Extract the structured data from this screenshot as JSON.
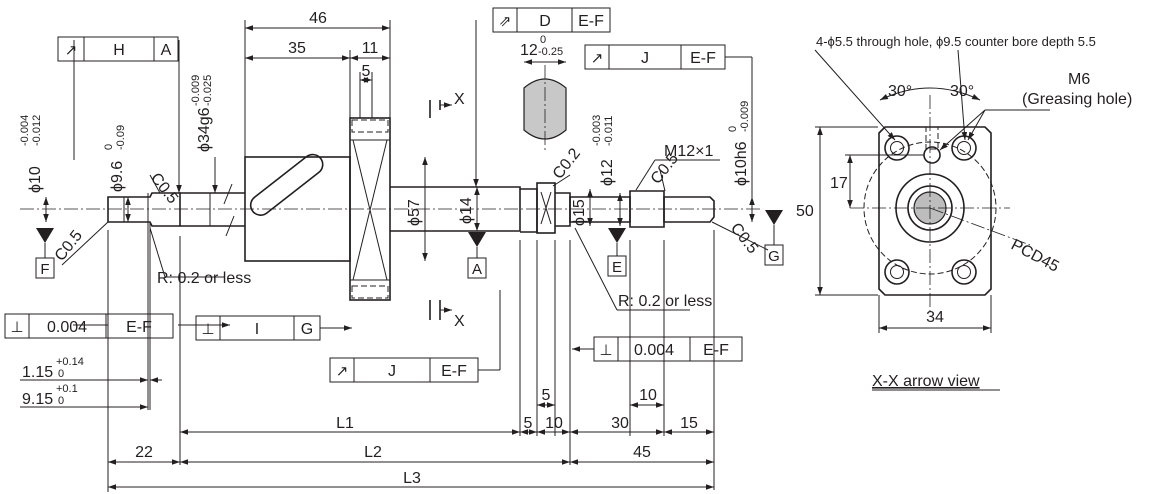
{
  "frames": {
    "h": {
      "c2": "H",
      "c3": "A"
    },
    "d": {
      "c2": "D",
      "c3": "E-F"
    },
    "j1": {
      "c2": "J",
      "c3": "E-F"
    },
    "j2": {
      "c2": "J",
      "c3": "E-F"
    },
    "i": {
      "c2": "I",
      "c3": "G"
    },
    "p1": {
      "c2": "0.004",
      "c3": "E-F"
    },
    "p2": {
      "c2": "0.004",
      "c3": "E-F"
    }
  },
  "datums": {
    "f": "F",
    "a": "A",
    "e": "E",
    "g": "G"
  },
  "section_marks": {
    "top": "X",
    "bottom": "X"
  },
  "dims": {
    "d46": "46",
    "d35": "35",
    "d11": "11",
    "d5top": "5",
    "phi10": "ϕ10",
    "phi10_tol_up": "-0.004",
    "phi10_tol_lo": "-0.012",
    "phi96": "ϕ9.6",
    "phi96_tol_up": "0",
    "phi96_tol_lo": "-0.09",
    "phi34": "ϕ34g6",
    "phi34_tol_up": "-0.009",
    "phi34_tol_lo": "-0.025",
    "phi57": "ϕ57",
    "phi14": "ϕ14",
    "phi15": "ϕ15",
    "phi12": "ϕ12",
    "phi12_tol_up": "-0.003",
    "phi12_tol_lo": "-0.011",
    "phi10h6": "ϕ10h6",
    "phi10h6_tol_up": "0",
    "phi10h6_tol_lo": "-0.009",
    "d12": "12",
    "d12_tol_up": "0",
    "d12_tol_lo": "-0.25",
    "c05_a": "C0.5",
    "c05_b": "C0.5",
    "c05_c": "C0.5",
    "c05_d": "C0.5",
    "c02": "C0.2",
    "m12": "M12×1",
    "r_left": "R: 0.2 or less",
    "r_right": "R: 0.2 or less",
    "d115": "1.15",
    "d115_tol_up": "+0.14",
    "d115_tol_lo": "0",
    "d915": "9.15",
    "d915_tol_up": "+0.1",
    "d915_tol_lo": "0",
    "l1": "L1",
    "l2": "L2",
    "l3": "L3",
    "d22": "22",
    "d45": "45",
    "d5a": "5",
    "d5b": "5",
    "d10a": "10",
    "d10b": "10",
    "d30": "30",
    "d15": "15"
  },
  "side_view": {
    "hole_note": "4-ϕ5.5 through hole, ϕ9.5 counter bore depth 5.5",
    "m6": "M6",
    "greasing": "(Greasing hole)",
    "a30a": "30°",
    "a30b": "30°",
    "d17": "17",
    "d50": "50",
    "d34": "34",
    "pcd": "PCD45",
    "caption": "X-X arrow view"
  },
  "symbols": {
    "runout": "↗",
    "total_runout": "⇗",
    "perp": "⊥"
  }
}
